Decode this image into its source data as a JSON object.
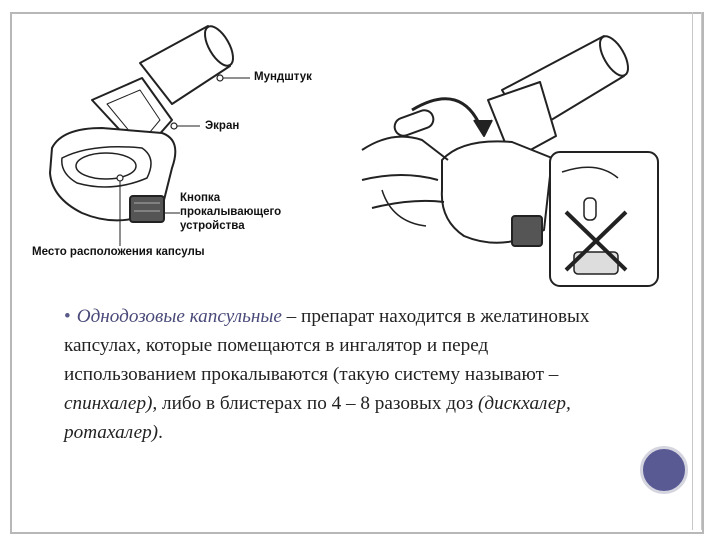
{
  "slide": {
    "labels": {
      "mouthpiece": "Мундштук",
      "screen": "Экран",
      "button_line1": "Кнопка",
      "button_line2": "прокалывающего",
      "button_line3": "устройства",
      "capsule_location": "Место расположения капсулы"
    },
    "paragraph": {
      "term": "Однодозовые капсульные",
      "dash": " – ",
      "part1": "препарат находится в желатиновых капсулах, которые помещаются в ингалятор и перед использованием прокалываются (такую систему называют – ",
      "em1": "спинхалер),",
      "part2": " либо в блистерах по 4 – 8 разовых доз ",
      "em2": "(дискхалер, ротахалер)",
      "end": "."
    }
  }
}
